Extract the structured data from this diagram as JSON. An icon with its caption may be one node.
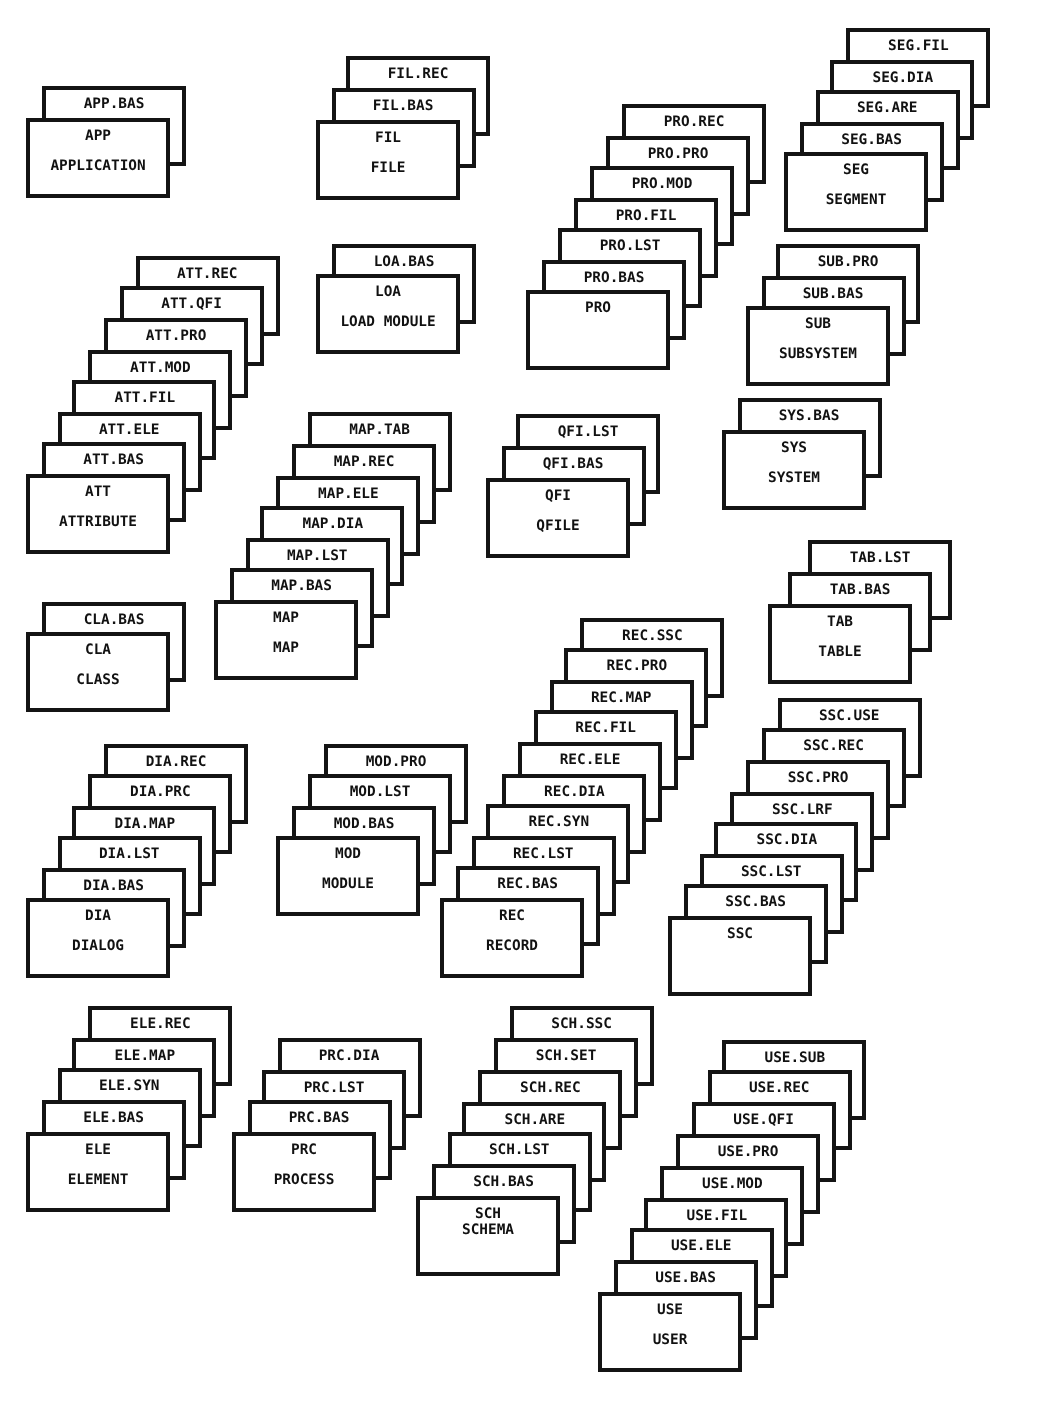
{
  "diagram": {
    "nodes": [
      {
        "text": [
          "APP.BAS"
        ]
      },
      {
        "text": [
          "APP",
          "APPLICATION"
        ]
      },
      {
        "text": [
          "FIL.REC"
        ]
      },
      {
        "text": [
          "FIL.BAS"
        ]
      },
      {
        "text": [
          "FIL",
          "FILE"
        ]
      },
      {
        "text": [
          "PRO.REC"
        ]
      },
      {
        "text": [
          "PRO.PRO"
        ]
      },
      {
        "text": [
          "PRO.MOD"
        ]
      },
      {
        "text": [
          "PRO.FIL"
        ]
      },
      {
        "text": [
          "PRO.LST"
        ]
      },
      {
        "text": [
          "PRO.BAS"
        ]
      },
      {
        "text": [
          "PRO"
        ]
      },
      {
        "text": [
          "SEG.FIL"
        ]
      },
      {
        "text": [
          "SEG.DIA"
        ]
      },
      {
        "text": [
          "SEG.ARE"
        ]
      },
      {
        "text": [
          "SEG.BAS"
        ]
      },
      {
        "text": [
          "SEG",
          "SEGMENT"
        ]
      },
      {
        "text": [
          "ATT.REC"
        ]
      },
      {
        "text": [
          "ATT.QFI"
        ]
      },
      {
        "text": [
          "ATT.PRO"
        ]
      },
      {
        "text": [
          "ATT.MOD"
        ]
      },
      {
        "text": [
          "ATT.FIL"
        ]
      },
      {
        "text": [
          "ATT.ELE"
        ]
      },
      {
        "text": [
          "ATT.BAS"
        ]
      },
      {
        "text": [
          "ATT",
          "ATTRIBUTE"
        ]
      },
      {
        "text": [
          "LOA.BAS"
        ]
      },
      {
        "text": [
          "LOA",
          "LOAD MODULE"
        ]
      },
      {
        "text": [
          "SUB.PRO"
        ]
      },
      {
        "text": [
          "SUB.BAS"
        ]
      },
      {
        "text": [
          "SUB",
          "SUBSYSTEM"
        ]
      },
      {
        "text": [
          "MAP.TAB"
        ]
      },
      {
        "text": [
          "MAP.REC"
        ]
      },
      {
        "text": [
          "MAP.ELE"
        ]
      },
      {
        "text": [
          "MAP.DIA"
        ]
      },
      {
        "text": [
          "MAP.LST"
        ]
      },
      {
        "text": [
          "MAP.BAS"
        ]
      },
      {
        "text": [
          "MAP",
          "MAP"
        ]
      },
      {
        "text": [
          "QFI.LST"
        ]
      },
      {
        "text": [
          "QFI.BAS"
        ]
      },
      {
        "text": [
          "QFI",
          "QFILE"
        ]
      },
      {
        "text": [
          "SYS.BAS"
        ]
      },
      {
        "text": [
          "SYS",
          "SYSTEM"
        ]
      },
      {
        "text": [
          "CLA.BAS"
        ]
      },
      {
        "text": [
          "CLA",
          "CLASS"
        ]
      },
      {
        "text": [
          "TAB.LST"
        ]
      },
      {
        "text": [
          "TAB.BAS"
        ]
      },
      {
        "text": [
          "TAB",
          "TABLE"
        ]
      },
      {
        "text": [
          "DIA.REC"
        ]
      },
      {
        "text": [
          "DIA.PRC"
        ]
      },
      {
        "text": [
          "DIA.MAP"
        ]
      },
      {
        "text": [
          "DIA.LST"
        ]
      },
      {
        "text": [
          "DIA.BAS"
        ]
      },
      {
        "text": [
          "DIA",
          "DIALOG"
        ]
      },
      {
        "text": [
          "MOD.PRO"
        ]
      },
      {
        "text": [
          "MOD.LST"
        ]
      },
      {
        "text": [
          "MOD.BAS"
        ]
      },
      {
        "text": [
          "MOD",
          "MODULE"
        ]
      },
      {
        "text": [
          "REC.SSC"
        ]
      },
      {
        "text": [
          "REC.PRO"
        ]
      },
      {
        "text": [
          "REC.MAP"
        ]
      },
      {
        "text": [
          "REC.FIL"
        ]
      },
      {
        "text": [
          "REC.ELE"
        ]
      },
      {
        "text": [
          "REC.DIA"
        ]
      },
      {
        "text": [
          "REC.SYN"
        ]
      },
      {
        "text": [
          "REC.LST"
        ]
      },
      {
        "text": [
          "REC.BAS"
        ]
      },
      {
        "text": [
          "REC",
          "RECORD"
        ]
      },
      {
        "text": [
          "SSC.USE"
        ]
      },
      {
        "text": [
          "SSC.REC"
        ]
      },
      {
        "text": [
          "SSC.PRO"
        ]
      },
      {
        "text": [
          "SSC.LRF"
        ]
      },
      {
        "text": [
          "SSC.DIA"
        ]
      },
      {
        "text": [
          "SSC.LST"
        ]
      },
      {
        "text": [
          "SSC.BAS"
        ]
      },
      {
        "text": [
          "SSC"
        ]
      },
      {
        "text": [
          "ELE.REC"
        ]
      },
      {
        "text": [
          "ELE.MAP"
        ]
      },
      {
        "text": [
          "ELE.SYN"
        ]
      },
      {
        "text": [
          "ELE.BAS"
        ]
      },
      {
        "text": [
          "ELE",
          "ELEMENT"
        ]
      },
      {
        "text": [
          "PRC.DIA"
        ]
      },
      {
        "text": [
          "PRC.LST"
        ]
      },
      {
        "text": [
          "PRC.BAS"
        ]
      },
      {
        "text": [
          "PRC",
          "PROCESS"
        ]
      },
      {
        "text": [
          "SCH.SSC"
        ]
      },
      {
        "text": [
          "SCH.SET"
        ]
      },
      {
        "text": [
          "SCH.REC"
        ]
      },
      {
        "text": [
          "SCH.ARE"
        ]
      },
      {
        "text": [
          "SCH.LST"
        ]
      },
      {
        "text": [
          "SCH.BAS"
        ]
      },
      {
        "text": [
          "SCH",
          "SCHEMA"
        ]
      },
      {
        "text": [
          "USE.SUB"
        ]
      },
      {
        "text": [
          "USE.REC"
        ]
      },
      {
        "text": [
          "USE.QFI"
        ]
      },
      {
        "text": [
          "USE.PRO"
        ]
      },
      {
        "text": [
          "USE.MOD"
        ]
      },
      {
        "text": [
          "USE.FIL"
        ]
      },
      {
        "text": [
          "USE.ELE"
        ]
      },
      {
        "text": [
          "USE.BAS"
        ]
      },
      {
        "text": [
          "USE",
          "USER"
        ]
      }
    ]
  }
}
